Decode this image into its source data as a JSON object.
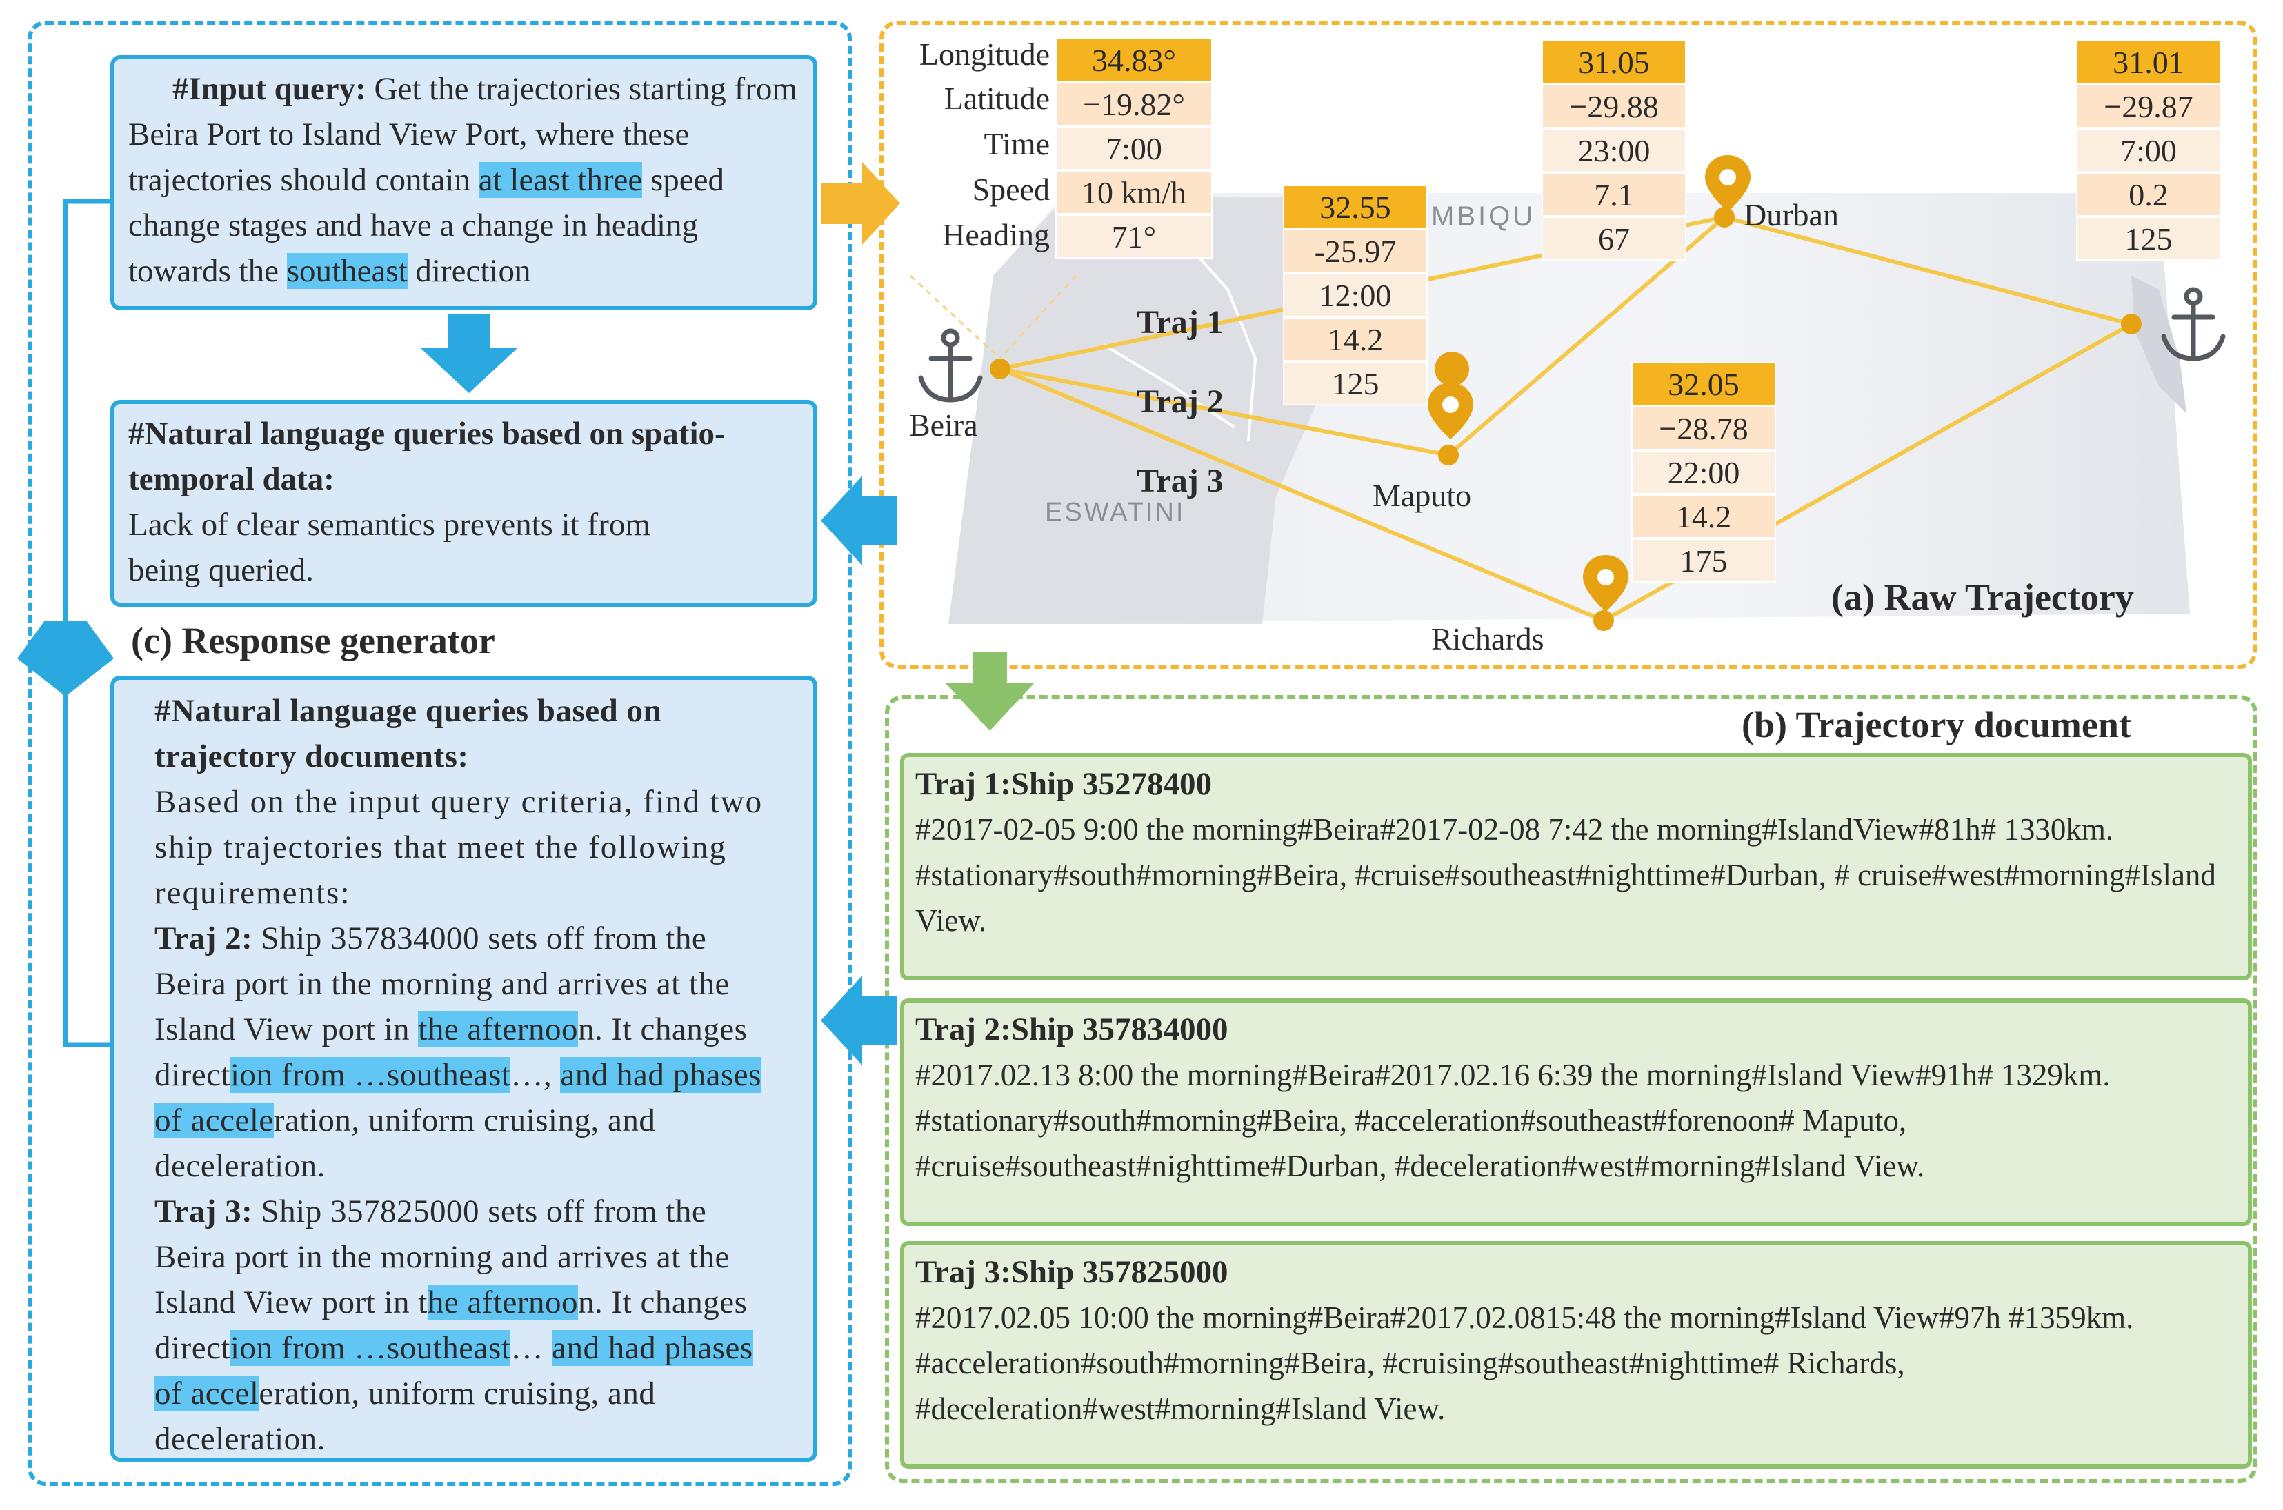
{
  "input_query": {
    "heading": "#Input query:",
    "t1": " Get the trajectories starting from Beira Port to Island View Port, where these trajectories should contain ",
    "h1": "at least three",
    "t2": " speed change stages and have a change in heading towards the ",
    "h2": "southeast",
    "t3": " direction"
  },
  "spatio_box": {
    "heading": "#Natural language queries based on spatio-temporal data:",
    "text": "Lack of clear semantics prevents it from being queried."
  },
  "response_generator_label": "(c)  Response generator",
  "response_box": {
    "heading": "#Natural language queries based on trajectory documents:",
    "intro": "Based on the input query criteria, find two ship trajectories that meet the following requirements:",
    "traj2_label": "Traj 2:",
    "traj2_a": " Ship 357834000 sets off from the Beira port in the morning and arrives at the Island View port in ",
    "traj2_h1": "the afternoo",
    "traj2_b": "n. It  changes direct",
    "traj2_h2": "ion from …southeast",
    "traj2_c": "…, ",
    "traj2_h3": "and had phases of accele",
    "traj2_d": "ration, uniform cruising, and deceleration.",
    "traj3_label": "Traj 3:",
    "traj3_a": " Ship 357825000 sets off from the Beira port in the morning and arrives at the Island View port in t",
    "traj3_h1": "he afternoo",
    "traj3_b": "n. It  changes direct",
    "traj3_h2": "ion from …southeast",
    "traj3_c": "… ",
    "traj3_h3": "and had phases of accel",
    "traj3_d": "eration, uniform cruising, and deceleration."
  },
  "raw_trajectory_label": "(a)  Raw Trajectory",
  "trajectory_document_label": "(b)  Trajectory  document",
  "row_labels": [
    "Longitude",
    "Latitude",
    "Time",
    "Speed",
    "Heading"
  ],
  "tables": [
    {
      "values": [
        "34.83°",
        "−19.82°",
        "7:00",
        "10 km/h",
        "71°"
      ]
    },
    {
      "values": [
        "32.55",
        "-25.97",
        "12:00",
        "14.2",
        "125"
      ]
    },
    {
      "values": [
        "31.05",
        "−29.88",
        "23:00",
        "7.1",
        "67"
      ]
    },
    {
      "values": [
        "32.05",
        "−28.78",
        "22:00",
        "14.2",
        "175"
      ]
    },
    {
      "values": [
        "31.01",
        "−29.87",
        "7:00",
        "0.2",
        "125"
      ]
    }
  ],
  "map_labels": {
    "beira": "Beira",
    "maputo": "Maputo",
    "durban": "Durban",
    "richards": "Richards",
    "eswatini": "ESWATINI",
    "mozambique": "MBIQU",
    "traj1": "Traj 1",
    "traj2": "Traj 2",
    "traj3": "Traj 3"
  },
  "documents": [
    {
      "title": "Traj 1:Ship 35278400",
      "body": "#2017-02-05 9:00 the morning#Beira#2017-02-08 7:42 the morning#IslandView#81h# 1330km. #stationary#south#morning#Beira,  #cruise#southeast#nighttime#Durban,  # cruise#west#morning#Island View."
    },
    {
      "title": "Traj 2:Ship 357834000",
      "body": "#2017.02.13 8:00 the morning#Beira#2017.02.16 6:39 the morning#Island View#91h# 1329km. #stationary#south#morning#Beira, #acceleration#southeast#forenoon# Maputo, #cruise#southeast#nighttime#Durban, #deceleration#west#morning#Island View."
    },
    {
      "title": "Traj 3:Ship 357825000",
      "body": "#2017.02.05 10:00 the morning#Beira#2017.02.0815:48 the morning#Island View#97h #1359km. #acceleration#south#morning#Beira, #cruising#southeast#nighttime# Richards,  #deceleration#west#morning#Island View."
    }
  ],
  "colors": {
    "blue": "#29a9e0",
    "orange": "#f5b731",
    "green": "#8cc36a",
    "highlight": "#62c6f5"
  }
}
